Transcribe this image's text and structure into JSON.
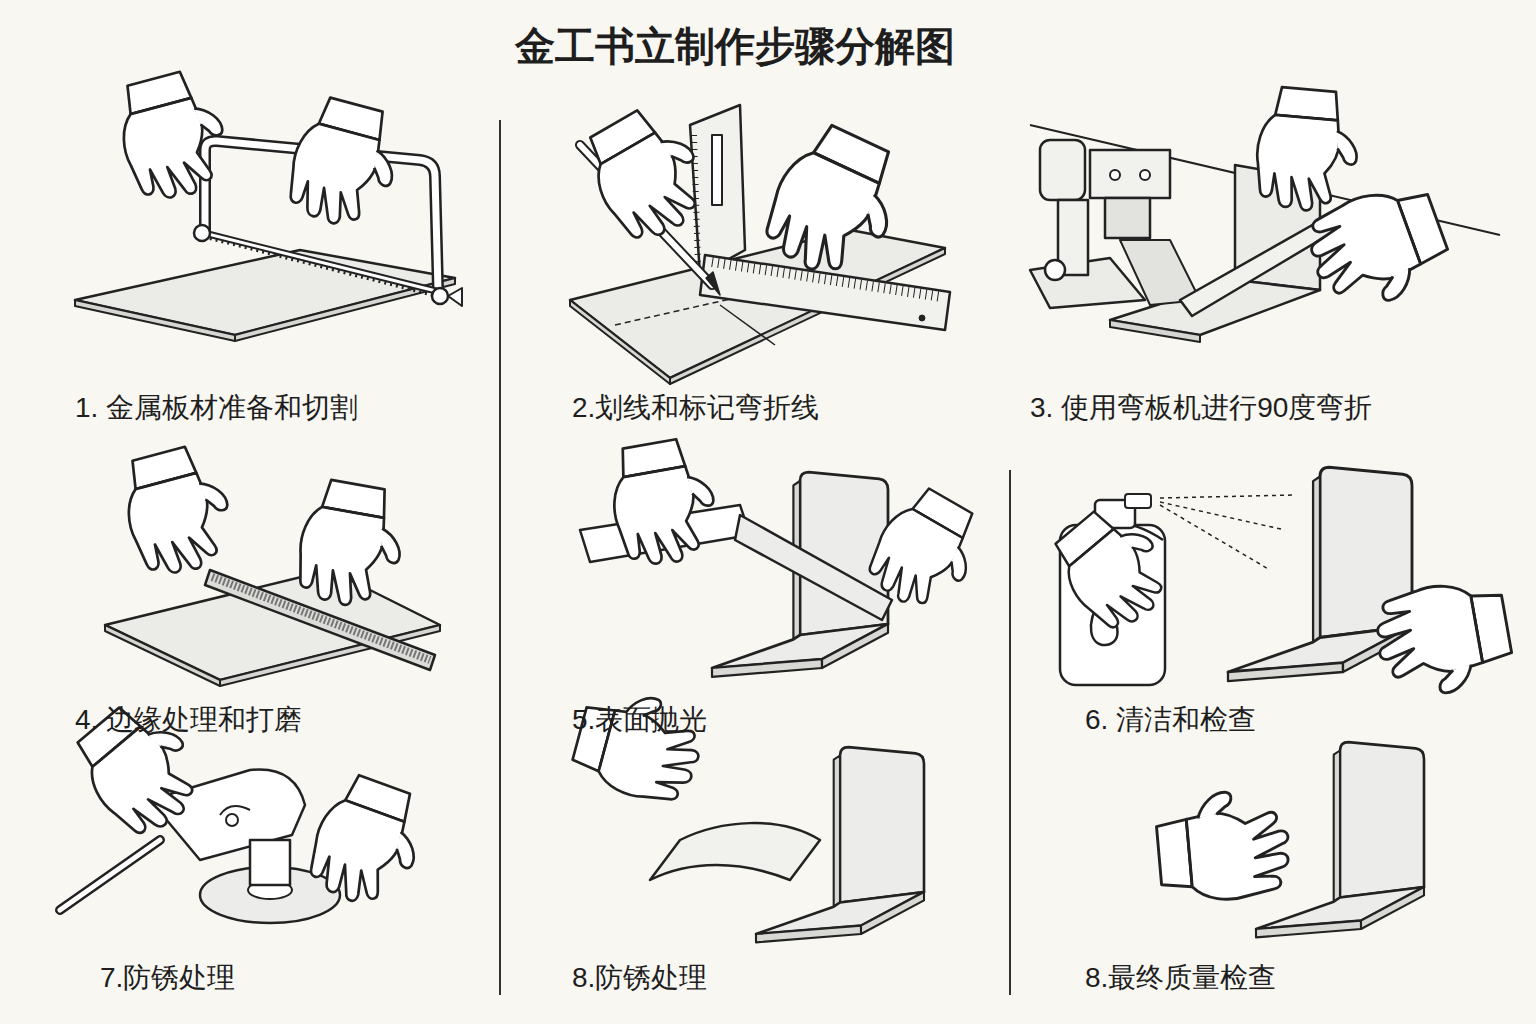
{
  "diagram": {
    "title": "金工书立制作步骤分解图",
    "labels": [
      "1. 金属板材准备和切割",
      "2.划线和标记弯折线",
      "3. 使用弯板机进行90度弯折",
      "4. 边缘处理和打磨",
      "5.表面抛光",
      "6. 清洁和检查",
      "7.防锈处理",
      "8.防锈处理",
      "8.最终质量检查"
    ]
  }
}
